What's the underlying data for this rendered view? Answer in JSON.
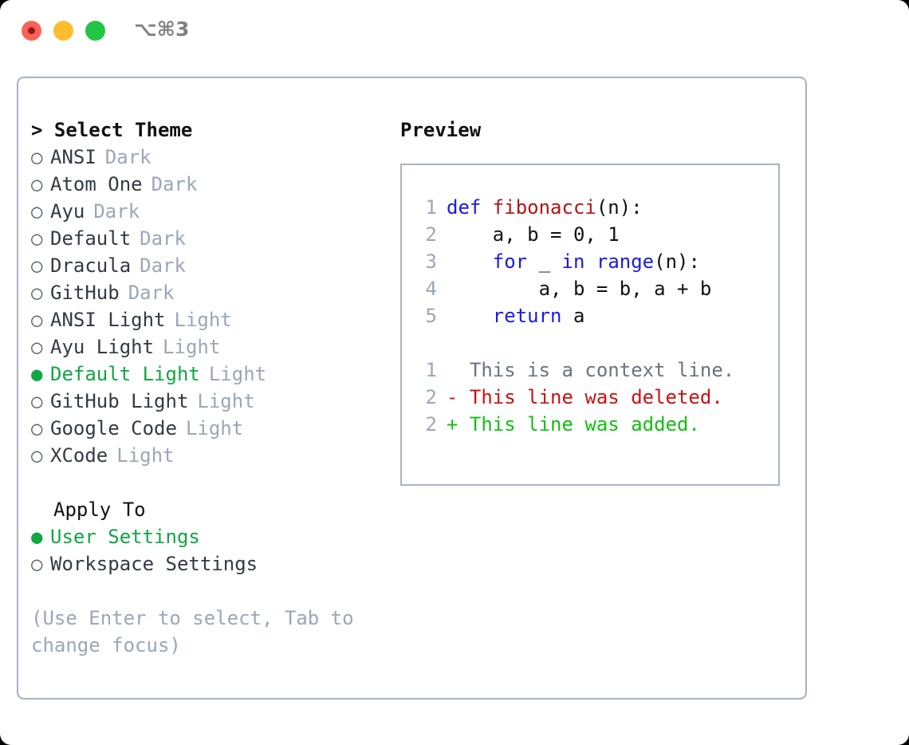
{
  "titlebar": {
    "shortcut": "⌥⌘3",
    "lights": [
      {
        "name": "close",
        "color": "#ff6159"
      },
      {
        "name": "minimize",
        "color": "#ffbd2e"
      },
      {
        "name": "maximize",
        "color": "#23c546"
      }
    ]
  },
  "left": {
    "heading": "> Select Theme",
    "themes": [
      {
        "marker": "○",
        "label": "ANSI",
        "tag": "Dark",
        "selected": false
      },
      {
        "marker": "○",
        "label": "Atom One",
        "tag": "Dark",
        "selected": false
      },
      {
        "marker": "○",
        "label": "Ayu",
        "tag": "Dark",
        "selected": false
      },
      {
        "marker": "○",
        "label": "Default",
        "tag": "Dark",
        "selected": false
      },
      {
        "marker": "○",
        "label": "Dracula",
        "tag": "Dark",
        "selected": false
      },
      {
        "marker": "○",
        "label": "GitHub",
        "tag": "Dark",
        "selected": false
      },
      {
        "marker": "○",
        "label": "ANSI Light",
        "tag": "Light",
        "selected": false
      },
      {
        "marker": "○",
        "label": "Ayu Light",
        "tag": "Light",
        "selected": false
      },
      {
        "marker": "●",
        "label": "Default Light",
        "tag": "Light",
        "selected": true
      },
      {
        "marker": "○",
        "label": "GitHub Light",
        "tag": "Light",
        "selected": false
      },
      {
        "marker": "○",
        "label": "Google Code",
        "tag": "Light",
        "selected": false
      },
      {
        "marker": "○",
        "label": "XCode",
        "tag": "Light",
        "selected": false
      }
    ],
    "apply_heading": "Apply To",
    "apply_options": [
      {
        "marker": "●",
        "label": "User Settings",
        "selected": true
      },
      {
        "marker": "○",
        "label": "Workspace Settings",
        "selected": false
      }
    ],
    "hint": "(Use Enter to select, Tab to\nchange focus)"
  },
  "right": {
    "heading": "Preview",
    "code_lines": [
      {
        "no": "1",
        "tokens": [
          {
            "t": "def ",
            "c": "kw"
          },
          {
            "t": "fibonacci",
            "c": "fn"
          },
          {
            "t": "(n):",
            "c": "plain"
          }
        ]
      },
      {
        "no": "2",
        "tokens": [
          {
            "t": "    a, b = 0, 1",
            "c": "plain"
          }
        ]
      },
      {
        "no": "3",
        "tokens": [
          {
            "t": "    ",
            "c": "plain"
          },
          {
            "t": "for",
            "c": "kw"
          },
          {
            "t": " _ ",
            "c": "plain"
          },
          {
            "t": "in",
            "c": "kw"
          },
          {
            "t": " ",
            "c": "plain"
          },
          {
            "t": "range",
            "c": "bi"
          },
          {
            "t": "(n):",
            "c": "plain"
          }
        ]
      },
      {
        "no": "4",
        "tokens": [
          {
            "t": "        a, b = b, a + b",
            "c": "plain"
          }
        ]
      },
      {
        "no": "5",
        "tokens": [
          {
            "t": "    ",
            "c": "plain"
          },
          {
            "t": "return",
            "c": "kw"
          },
          {
            "t": " a",
            "c": "plain"
          }
        ]
      }
    ],
    "diff_lines": [
      {
        "no": "1",
        "text": "  This is a context line.",
        "kind": "context"
      },
      {
        "no": "2",
        "text": "- This line was deleted.",
        "kind": "del"
      },
      {
        "no": "2",
        "text": "+ This line was added.",
        "kind": "add"
      }
    ]
  },
  "colors": {
    "accent_green": "#11a644",
    "tag_gray": "#9aa7b8",
    "border": "#a7b2c1",
    "keyword_blue": "#1a1ae6",
    "function_red": "#b31414",
    "diff_del_red": "#cc1111",
    "diff_add_green": "#12c012"
  }
}
